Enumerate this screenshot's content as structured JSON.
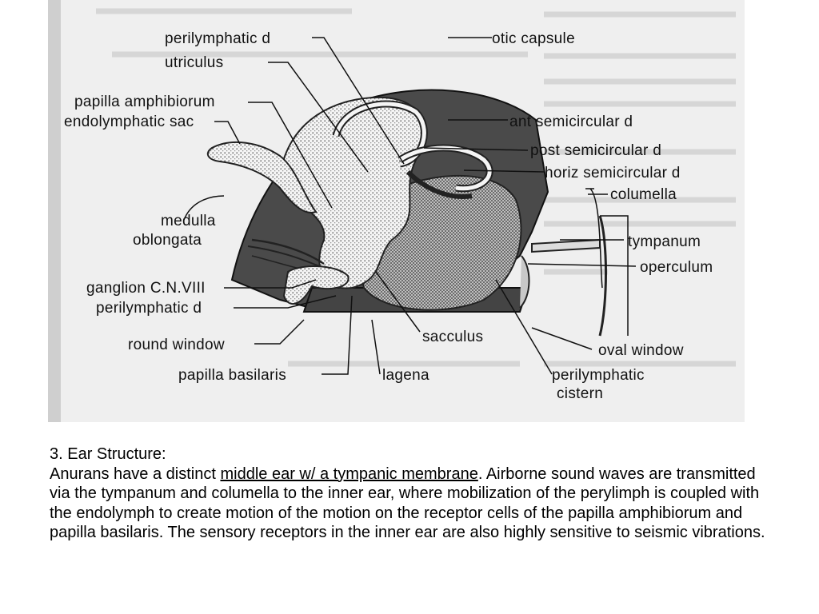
{
  "figure": {
    "labels": {
      "perilymphatic_d_top": "perilymphatic d",
      "otic_capsule": "otic capsule",
      "utriculus": "utriculus",
      "papilla_amphibiorum": "papilla amphibiorum",
      "endolymphatic_sac": "endolymphatic sac",
      "ant_semicircular_d": "ant semicircular d",
      "post_semicircular_d": "post semicircular d",
      "horiz_semicircular_d": "horiz semicircular d",
      "columella": "columella",
      "medulla": "medulla",
      "oblongata": "oblongata",
      "tympanum": "tympanum",
      "operculum": "operculum",
      "ganglion": "ganglion C.N.VIII",
      "perilymphatic_d_bottom": "perilymphatic d",
      "sacculus": "sacculus",
      "round_window": "round window",
      "oval_window": "oval window",
      "papilla_basilaris": "papilla basilaris",
      "lagena": "lagena",
      "perilymphatic": "perilymphatic",
      "cistern": "cistern"
    }
  },
  "caption": {
    "heading": "3. Ear Structure:",
    "intro": "Anurans have a distinct ",
    "underlined": "middle ear w/ a tympanic membrane",
    "rest": ".  Airborne sound waves are transmitted via the tympanum and columella to the inner ear, where mobilization of the perylimph is coupled with the endolymph to create motion of the motion on the receptor cells of the papilla amphibiorum and papilla basilaris.  The sensory receptors in the inner ear are also highly sensitive to seismic vibrations."
  },
  "colors": {
    "scan_background": "#f2f2f2",
    "dark_shading": "#4a4a4a",
    "text": "#111111"
  }
}
